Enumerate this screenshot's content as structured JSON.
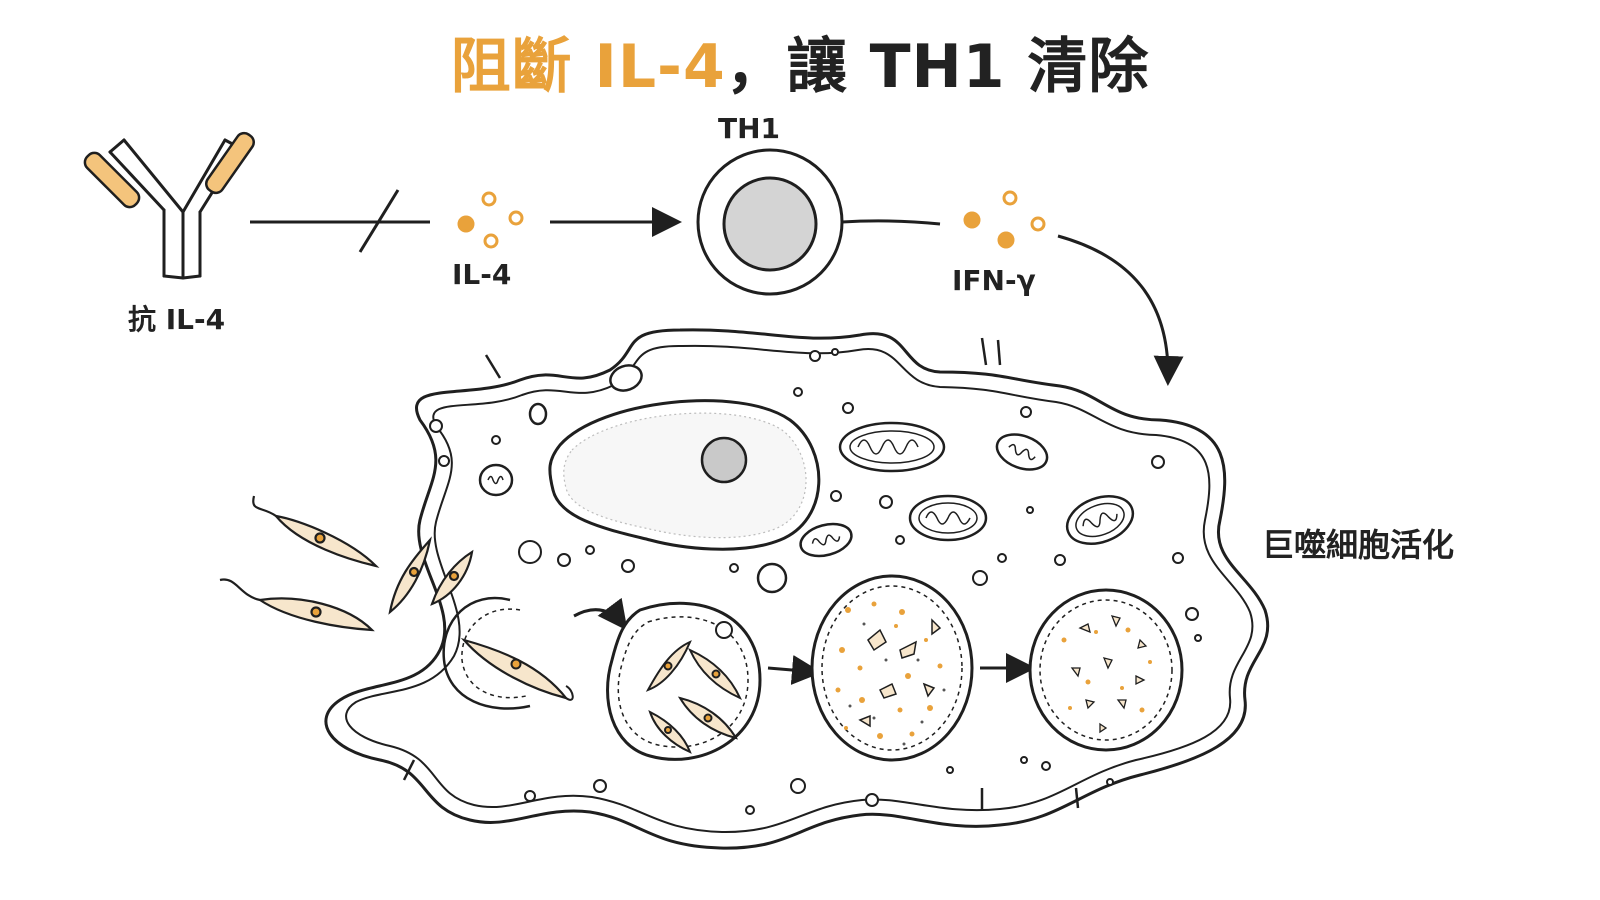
{
  "title": {
    "highlight": "阻斷 IL-4",
    "rest": "，讓 TH1 清除"
  },
  "labels": {
    "antibody": "抗 IL-4",
    "il4": "IL-4",
    "th1": "TH1",
    "ifng": "IFN-γ",
    "macrophage": "巨噬細胞活化"
  },
  "colors": {
    "accent": "#e9a23b",
    "ink": "#222222",
    "stroke": "#1f1f1f"
  }
}
